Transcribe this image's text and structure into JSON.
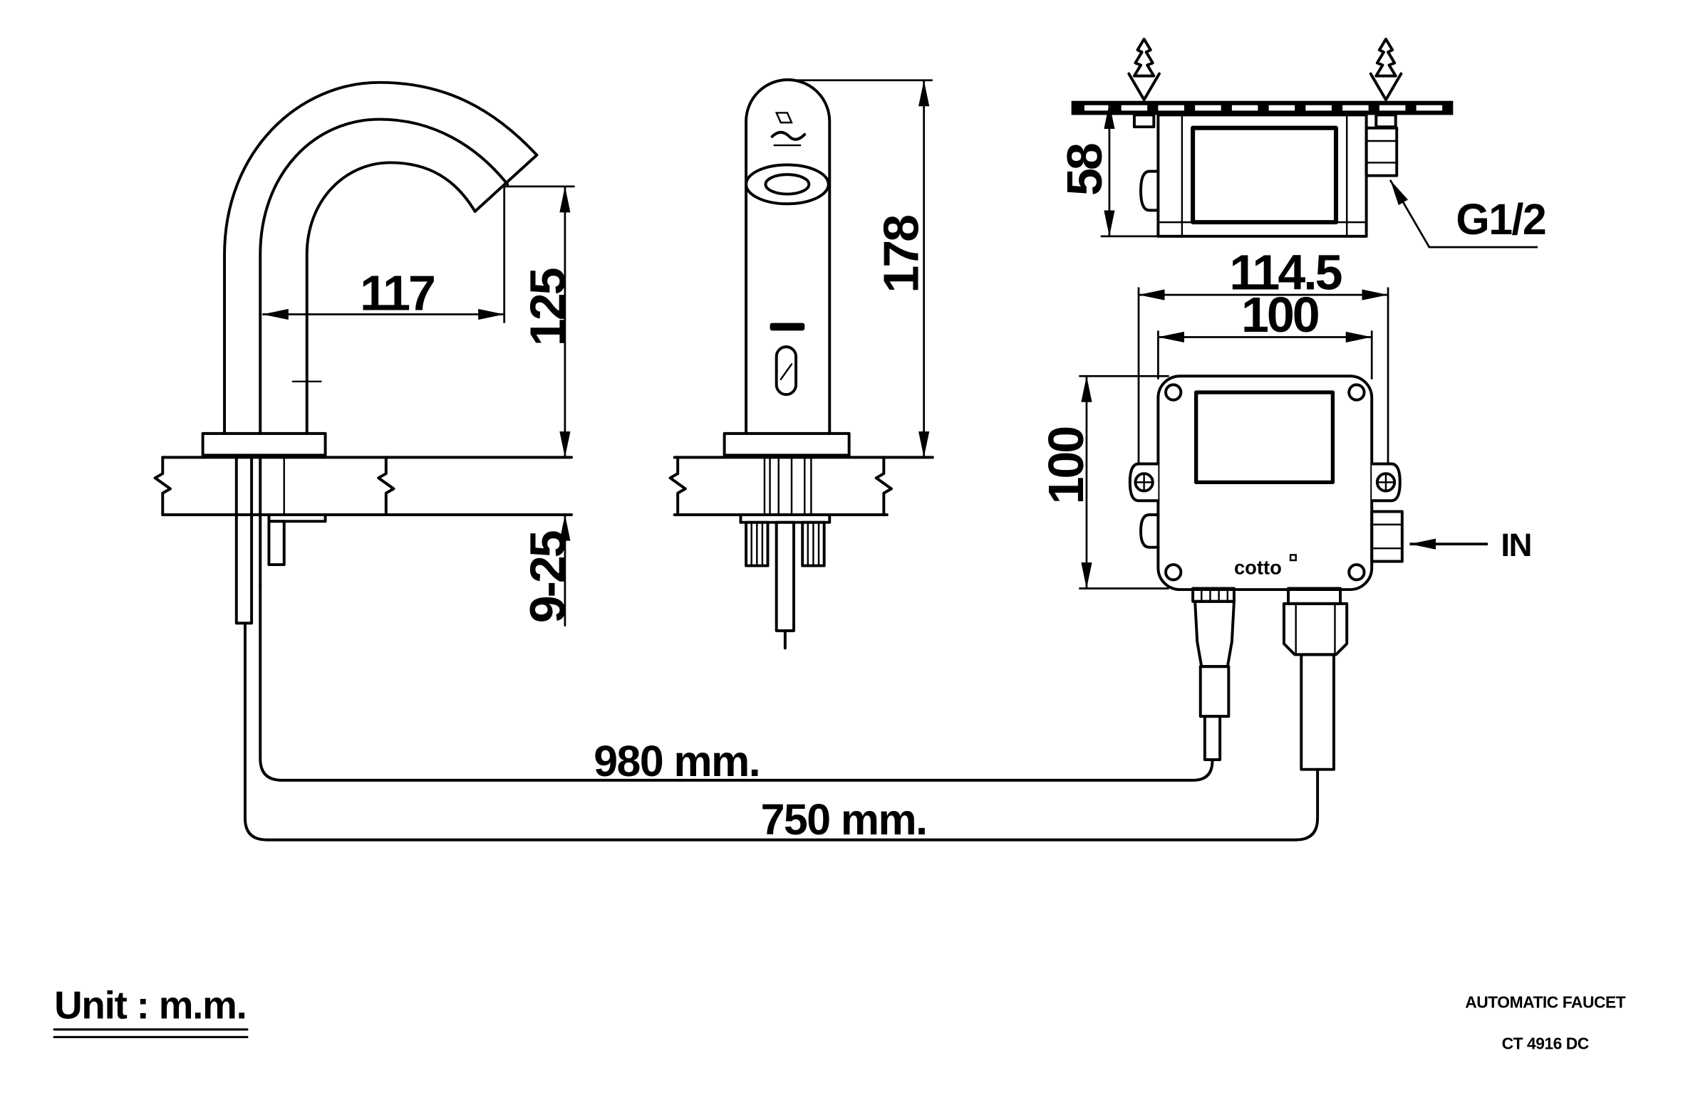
{
  "side_view": {
    "spout_reach": "117",
    "spout_height": "125",
    "counter_thickness": "9-25"
  },
  "front_view": {
    "overall_height": "178"
  },
  "control_box": {
    "depth": "58",
    "inlet_thread": "G1/2",
    "overall_width": "114.5",
    "body_width": "100",
    "body_height": "100",
    "inlet_label": "IN",
    "logo_text": "cotto"
  },
  "connections": {
    "sensor_cable_length": "980 mm.",
    "hose_length": "750 mm."
  },
  "unit_note": "Unit : m.m.",
  "title_block": {
    "product_name": "AUTOMATIC FAUCET",
    "model_number": "CT 4916 DC"
  },
  "colors": {
    "line": "#000000",
    "background": "#ffffff"
  }
}
